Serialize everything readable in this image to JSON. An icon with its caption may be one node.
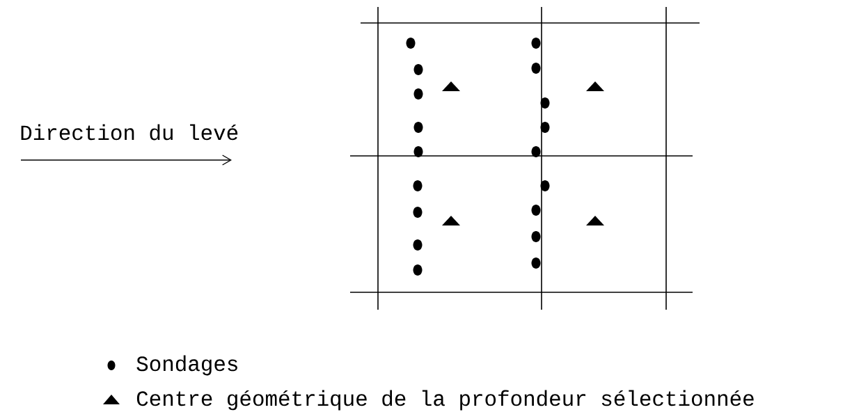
{
  "diagram": {
    "labels": [
      "Direction du levé"
    ],
    "legend": [
      {
        "text": "Sondages"
      },
      {
        "text": "Centre géométrique de la profondeur sélectionnée"
      }
    ]
  }
}
